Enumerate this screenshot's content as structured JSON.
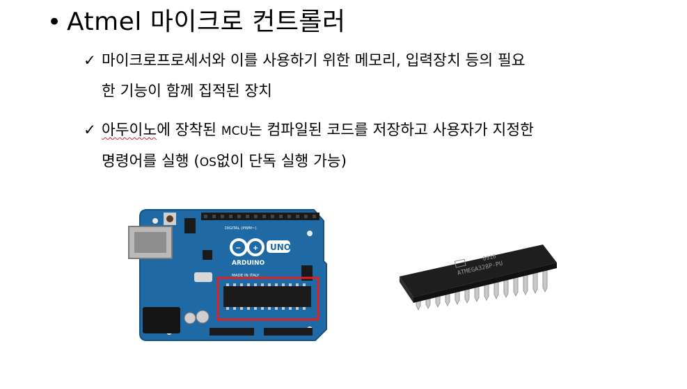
{
  "title": {
    "bullet": "•",
    "text": "Atmel 마이크로 컨트롤러"
  },
  "bullets": [
    {
      "check": "✓",
      "line1": "마이크로프로세서와 이를 사용하기 위한 메모리, 입력장치 등의 필요",
      "line2": "한 기능이 함께 집적된 장치"
    },
    {
      "check": "✓",
      "line1_a": "아두이노",
      "line1_b": "에 장착된 ",
      "line1_c": "MCU",
      "line1_d": "는 컴파일된 코드를 저장하고 사용자가 지정한",
      "line2_a": "명령어를 실행 (",
      "line2_b": "OS",
      "line2_c": "없이 단독 실행 가능)"
    }
  ],
  "board": {
    "logo_text": "UNO",
    "brand": "ARDUINO",
    "digital_label": "DIGITAL (PWM~)",
    "made_in": "MADE IN ITALY",
    "highlight_color": "#e02020",
    "board_color": "#1f6aa5"
  },
  "chip": {
    "line1": "0916",
    "line2": "ATMEGA328P-PU",
    "body_color": "#1e1e1e"
  }
}
